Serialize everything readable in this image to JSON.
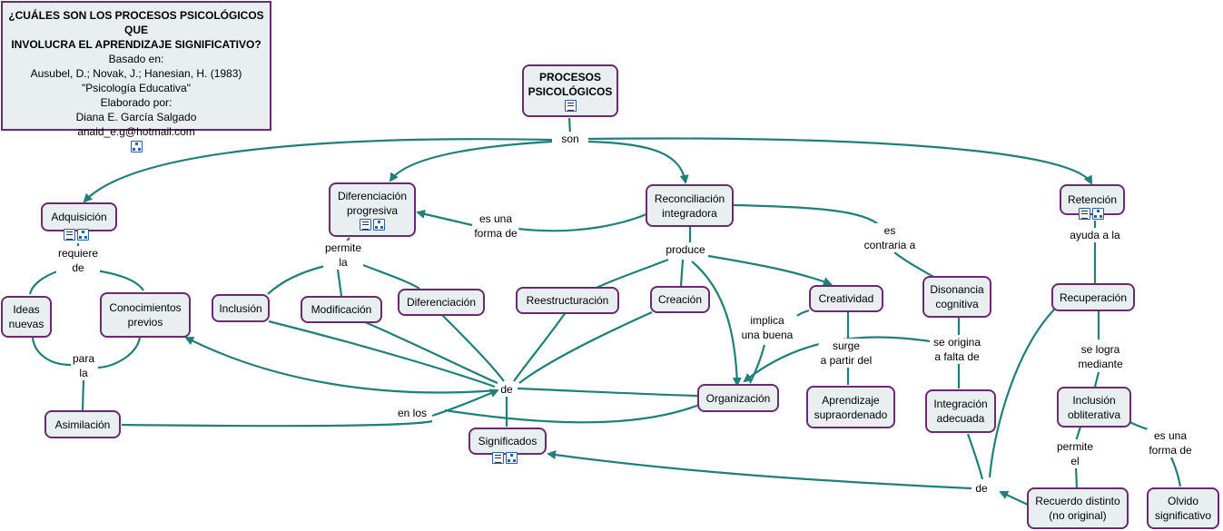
{
  "info_box": {
    "title": "¿CUÁLES SON LOS PROCESOS PSICOLÓGICOS QUE\nINVOLUCRA EL APRENDIZAJE SIGNIFICATIVO?",
    "line1": "Basado en:",
    "line2": "Ausubel, D.; Novak, J.; Hanesian, H. (1983)",
    "line3": "\"Psicología Educativa\"",
    "line4": "Elaborado por:",
    "line5": "Diana E. García Salgado",
    "line6": "anaid_e.g@hotmail.com"
  },
  "nodes": {
    "procesos": "PROCESOS\nPSICOLÓGICOS",
    "adquisicion": "Adquisición",
    "diferenciacion_progresiva": "Diferenciación\nprogresiva",
    "reconciliacion": "Reconciliación\nintegradora",
    "retencion": "Retención",
    "ideas_nuevas": "Ideas\nnuevas",
    "conocimientos_previos": "Conocimientos\nprevios",
    "asimilacion": "Asimilación",
    "inclusion": "Inclusión",
    "modificacion": "Modificación",
    "diferenciacion": "Diferenciación",
    "reestructuracion": "Reestructuración",
    "creacion": "Creación",
    "creatividad": "Creatividad",
    "disonancia": "Disonancia\ncognitiva",
    "recuperacion": "Recuperación",
    "organizacion": "Organización",
    "aprendizaje_supraordenado": "Aprendizaje\nsupraordenado",
    "integracion_adecuada": "Integración\nadecuada",
    "inclusion_obliterativa": "Inclusión\nobliterativa",
    "significados": "Significados",
    "recuerdo_distinto": "Recuerdo distinto\n(no original)",
    "olvido_significativo": "Olvido\nsignificativo"
  },
  "linking_phrases": {
    "son": "son",
    "es_una_forma_de_1": "es una\nforma de",
    "requiere_de": "requiere\nde",
    "permite_la": "permite\nla",
    "produce": "produce",
    "es_contraria_a": "es\ncontraria a",
    "ayuda_a_la": "ayuda a la",
    "para_la": "para\nla",
    "implica_una_buena": "implica\nuna buena",
    "surge_a_partir_del": "surge\na partir del",
    "se_origina_a_falta_de": "se origina\na falta de",
    "se_logra_mediante": "se logra\nmediante",
    "de_center": "de",
    "en_los": "en los",
    "permite_el": "permite\nel",
    "es_una_forma_de_2": "es una\nforma de",
    "de_right": "de"
  },
  "colors": {
    "link": "#1f7f79",
    "node_border": "#6a2a6e",
    "node_fill": "#e9eef1"
  },
  "icons": [
    "note-icon",
    "submap-icon"
  ]
}
